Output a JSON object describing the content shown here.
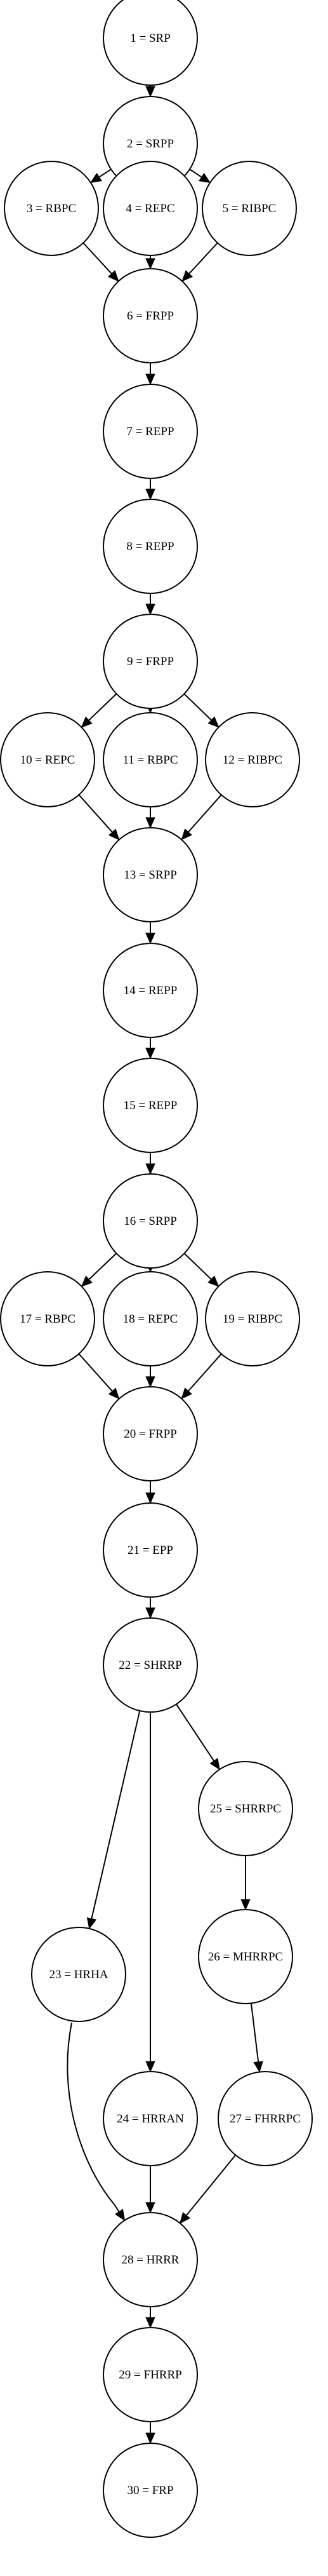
{
  "graph": {
    "nodes": [
      {
        "id": 1,
        "label": "1 = SRP"
      },
      {
        "id": 2,
        "label": "2 = SRPP"
      },
      {
        "id": 3,
        "label": "3 = RBPC"
      },
      {
        "id": 4,
        "label": "4 = REPC"
      },
      {
        "id": 5,
        "label": "5 = RIBPC"
      },
      {
        "id": 6,
        "label": "6 = FRPP"
      },
      {
        "id": 7,
        "label": "7 = REPP"
      },
      {
        "id": 8,
        "label": "8 = REPP"
      },
      {
        "id": 9,
        "label": "9 = FRPP"
      },
      {
        "id": 10,
        "label": "10 = REPC"
      },
      {
        "id": 11,
        "label": "11 = RBPC"
      },
      {
        "id": 12,
        "label": "12 = RIBPC"
      },
      {
        "id": 13,
        "label": "13 = SRPP"
      },
      {
        "id": 14,
        "label": "14 = REPP"
      },
      {
        "id": 15,
        "label": "15 = REPP"
      },
      {
        "id": 16,
        "label": "16 = SRPP"
      },
      {
        "id": 17,
        "label": "17 = RBPC"
      },
      {
        "id": 18,
        "label": "18 = REPC"
      },
      {
        "id": 19,
        "label": "19 = RIBPC"
      },
      {
        "id": 20,
        "label": "20 = FRPP"
      },
      {
        "id": 21,
        "label": "21 = EPP"
      },
      {
        "id": 22,
        "label": "22 = SHRRP"
      },
      {
        "id": 23,
        "label": "23 = HRHA"
      },
      {
        "id": 24,
        "label": "24 = HRRAN"
      },
      {
        "id": 25,
        "label": "25 = SHRRPC"
      },
      {
        "id": 26,
        "label": "26 = MHRRPC"
      },
      {
        "id": 27,
        "label": "27 = FHRRPC"
      },
      {
        "id": 28,
        "label": "28 = HRRR"
      },
      {
        "id": 29,
        "label": "29 = FHRRP"
      },
      {
        "id": 30,
        "label": "30 = FRP"
      }
    ],
    "edges": [
      [
        1,
        2
      ],
      [
        2,
        3
      ],
      [
        2,
        4
      ],
      [
        2,
        5
      ],
      [
        3,
        6
      ],
      [
        4,
        6
      ],
      [
        5,
        6
      ],
      [
        6,
        7
      ],
      [
        7,
        8
      ],
      [
        8,
        9
      ],
      [
        9,
        10
      ],
      [
        9,
        11
      ],
      [
        9,
        12
      ],
      [
        10,
        13
      ],
      [
        11,
        13
      ],
      [
        12,
        13
      ],
      [
        13,
        14
      ],
      [
        14,
        15
      ],
      [
        15,
        16
      ],
      [
        16,
        17
      ],
      [
        16,
        18
      ],
      [
        16,
        19
      ],
      [
        17,
        20
      ],
      [
        18,
        20
      ],
      [
        19,
        20
      ],
      [
        20,
        21
      ],
      [
        21,
        22
      ],
      [
        22,
        23
      ],
      [
        22,
        24
      ],
      [
        22,
        25
      ],
      [
        25,
        26
      ],
      [
        26,
        27
      ],
      [
        23,
        28
      ],
      [
        24,
        28
      ],
      [
        27,
        28
      ],
      [
        28,
        29
      ],
      [
        29,
        30
      ]
    ]
  }
}
